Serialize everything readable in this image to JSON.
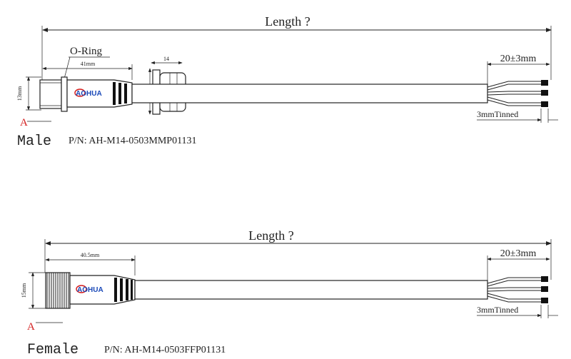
{
  "colors": {
    "line": "#222222",
    "red": "#d42020",
    "blue": "#1a49b8"
  },
  "male": {
    "length_label": "Length ?",
    "oring_label": "O-Ring",
    "dim_41": "41mm",
    "dim_14": "14",
    "dim_20": "20",
    "dim_13": "13mm",
    "strip_label": "20±3mm",
    "tinned_label": "3mmTinned",
    "section_marker": "A",
    "title": "Male",
    "pn": "P/N: AH-M14-0503MMP01131",
    "logo": "AOHUA"
  },
  "female": {
    "length_label": "Length ?",
    "dim_40": "40.5mm",
    "dim_15": "15mm",
    "strip_label": "20±3mm",
    "tinned_label": "3mmTinned",
    "section_marker": "A",
    "title": "Female",
    "pn": "P/N: AH-M14-0503FFP01131",
    "logo": "AOHUA"
  }
}
